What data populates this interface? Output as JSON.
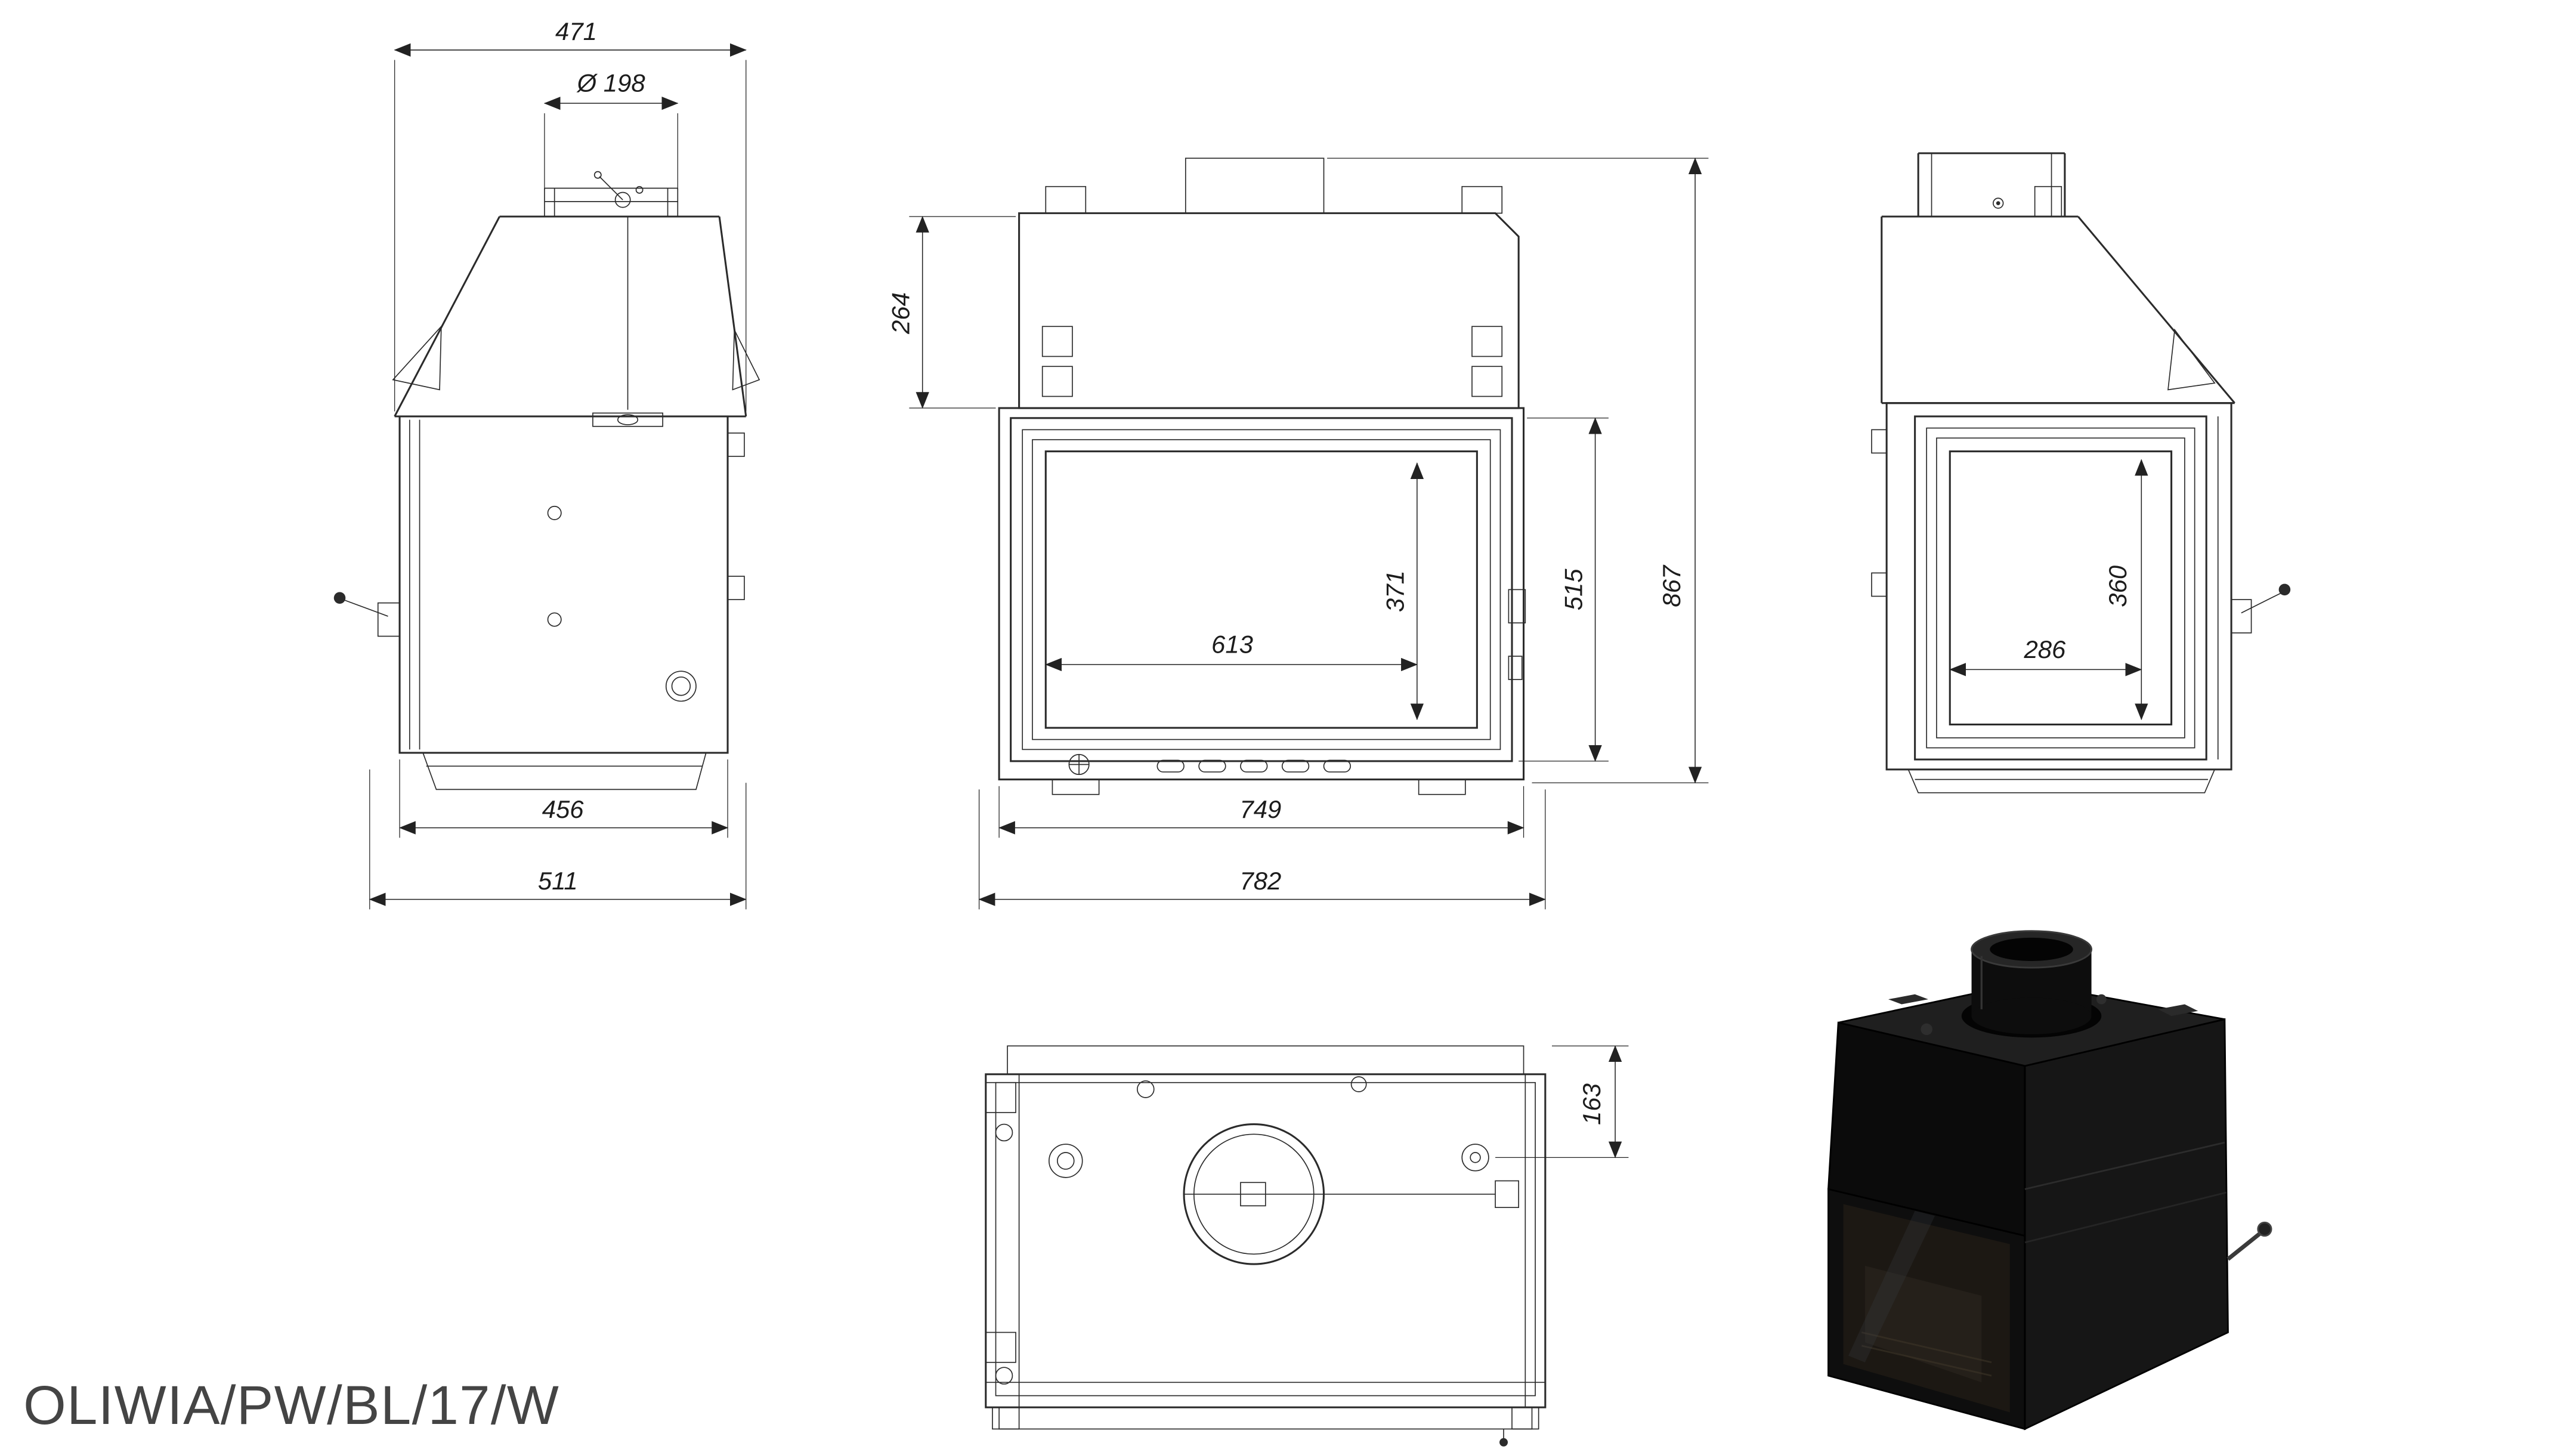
{
  "title": "OLIWIA/PW/BL/17/W",
  "dimensions": {
    "side_top_width": "471",
    "flue_diameter": "Ø 198",
    "hood_height": "264",
    "glass_width": "613",
    "glass_height": "371",
    "door_height": "515",
    "overall_height": "867",
    "body_width": "749",
    "overall_width": "782",
    "firebox_depth": "456",
    "overall_depth": "511",
    "side_glass_height": "360",
    "side_glass_width": "286",
    "top_flue_offset": "163"
  },
  "colors": {
    "ink": "#2b2b2b",
    "render_body": "#0d0d0d",
    "background": "#ffffff"
  }
}
